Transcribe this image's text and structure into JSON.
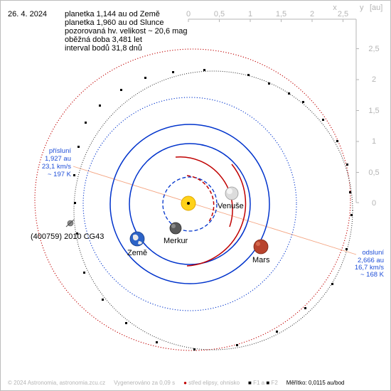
{
  "header": {
    "date": "26. 4. 2024",
    "lines": [
      "planetka 1,144 au od Země",
      "planetka 1,960 au od Slunce",
      "pozorovaná hv. velikost ~ 20,6 mag",
      "oběžná doba 3,481 let",
      "interval bodů 31,8 dnů"
    ]
  },
  "axes": {
    "unit": "[au]",
    "x_label": "x",
    "y_label": "y",
    "x_ticks": [
      "0",
      "0,5",
      "1",
      "1,5",
      "2",
      "2,5"
    ],
    "y_ticks": [
      "2,5",
      "2",
      "1,5",
      "1",
      "0,5",
      "0"
    ]
  },
  "bodies": {
    "asteroid": "(400759) 2010 CG43",
    "earth": "Země",
    "venus": "Venuše",
    "mercury": "Merkur",
    "mars": "Mars"
  },
  "perihelion": {
    "title": "přísluní",
    "distance": "1,927 au",
    "speed": "23,1 km/s",
    "temp": "~ 197 K"
  },
  "aphelion": {
    "title": "odsluní",
    "distance": "2,666 au",
    "speed": "16,7 km/s",
    "temp": "~ 168 K"
  },
  "footer": {
    "copyright": "© 2024 Astronomia, astronomia.zcu.cz",
    "generated": "Vygenerováno za 0,09 s",
    "legend_red": "střed elipsy, ohnisko",
    "legend_f1": "F1 a",
    "legend_f2": "F2",
    "scale": "Měřítko: 0,0115 au/bod"
  },
  "colors": {
    "orbit_red": "#c00000",
    "orbit_blue": "#0033cc",
    "asteroid_orbit": "#2a2a2a",
    "apsis_line": "#f4a582",
    "label_blue": "#1f4fd8",
    "axis_grey": "#b5b5b5",
    "sun_fill": "#ffd21a"
  }
}
